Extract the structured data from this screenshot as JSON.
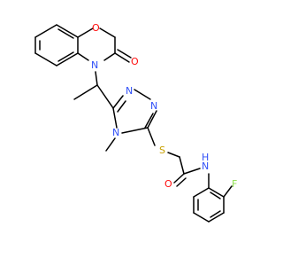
{
  "labels": {
    "ring_oxygen": "O",
    "carbonyl_oxygen_lactam": "O",
    "lactam_nitrogen": "N",
    "triazole_n1": "N",
    "triazole_n2": "N",
    "triazole_n4": "N",
    "sulfur": "S",
    "amide_oxygen": "O",
    "amide_n": "N",
    "amide_h": "H",
    "fluorine": "F"
  },
  "colors": {
    "bond": "#000000",
    "oxygen": "#ff0d0d",
    "nitrogen": "#3050f8",
    "sulfur": "#c8a000",
    "fluorine": "#90e050",
    "carbon_text": "#000000"
  }
}
